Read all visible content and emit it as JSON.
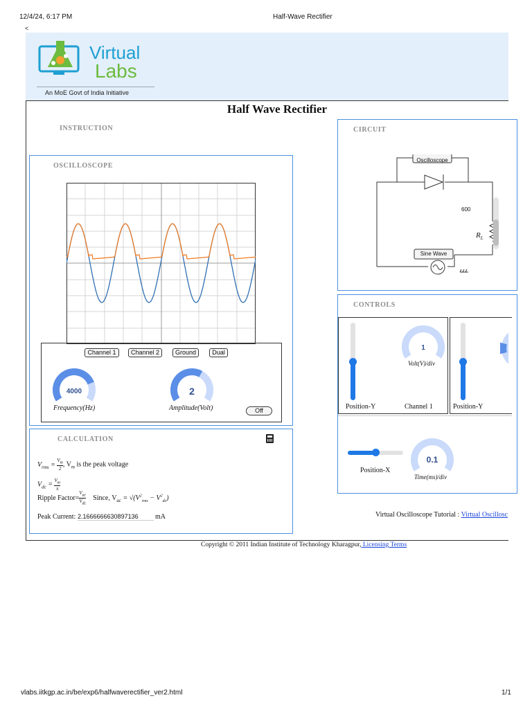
{
  "print_header": {
    "datetime": "12/4/24, 6:17 PM",
    "title": "Half-Wave Rectifier",
    "back": "<"
  },
  "logo": {
    "line1": "Virtual",
    "line2": "Labs",
    "tagline": "An MoE Govt of India Initiative"
  },
  "page_title": "Half Wave Rectifier",
  "instruction": {
    "title": "INSTRUCTION"
  },
  "oscilloscope": {
    "title": "OSCILLOSCOPE",
    "buttons": [
      "Channel 1",
      "Channel 2",
      "Ground",
      "Dual"
    ],
    "frequency": {
      "value": "4000",
      "label": "Frequency(Hz)"
    },
    "amplitude": {
      "value": "2",
      "label": "Amplitude(Volt)"
    },
    "off_button": "Off"
  },
  "circuit": {
    "title": "CIRCUIT",
    "oscilloscope_label": "Oscilloscope",
    "resistance_value": "600",
    "resistor_label": "R",
    "resistor_sub": "L",
    "source_label": "Sine Wave"
  },
  "controls": {
    "title": "CONTROLS",
    "position_y": "Position-Y",
    "channel1": "Channel 1",
    "volt_div": {
      "value": "1",
      "label": "Volt(V)/div"
    },
    "position_x": "Position-X",
    "time_div": {
      "value": "0.1",
      "label": "Time(ms)/div"
    }
  },
  "calculation": {
    "title": "CALCULATION",
    "peak_voltage_note": ", V",
    "peak_voltage_text": " is the peak voltage",
    "ripple_label": "Ripple Factor=",
    "since_label": "Since, V",
    "peak_current_label": "Peak Current:",
    "peak_current_value": "2.1666666630897136",
    "peak_current_unit": "mA"
  },
  "tutorial": {
    "label": "Virtual Oscilloscope Tutorial :",
    "link": "Virtual Oscillosc"
  },
  "copyright": {
    "text": "Copyright © 2011 Indian Institute of Technology Kharagpur,",
    "link": " Licensing Terms"
  },
  "footer": {
    "url": "vlabs.iitkgp.ac.in/be/exp6/halfwaverectifier_ver2.html",
    "page": "1/1"
  },
  "colors": {
    "panel_border": "#4a8fe0",
    "header_bg": "#e3effa",
    "channel1": "#2f6fb3",
    "channel2": "#ef7f2a",
    "knob": "#5b8ee6"
  },
  "knob_levels": {
    "frequency": 0.78,
    "amplitude": 0.62,
    "volt_div": 0.5,
    "time_div": 0.5
  },
  "slider_levels": {
    "position_y_1": 0.5,
    "position_y_2": 0.5,
    "position_x": 0.5
  }
}
